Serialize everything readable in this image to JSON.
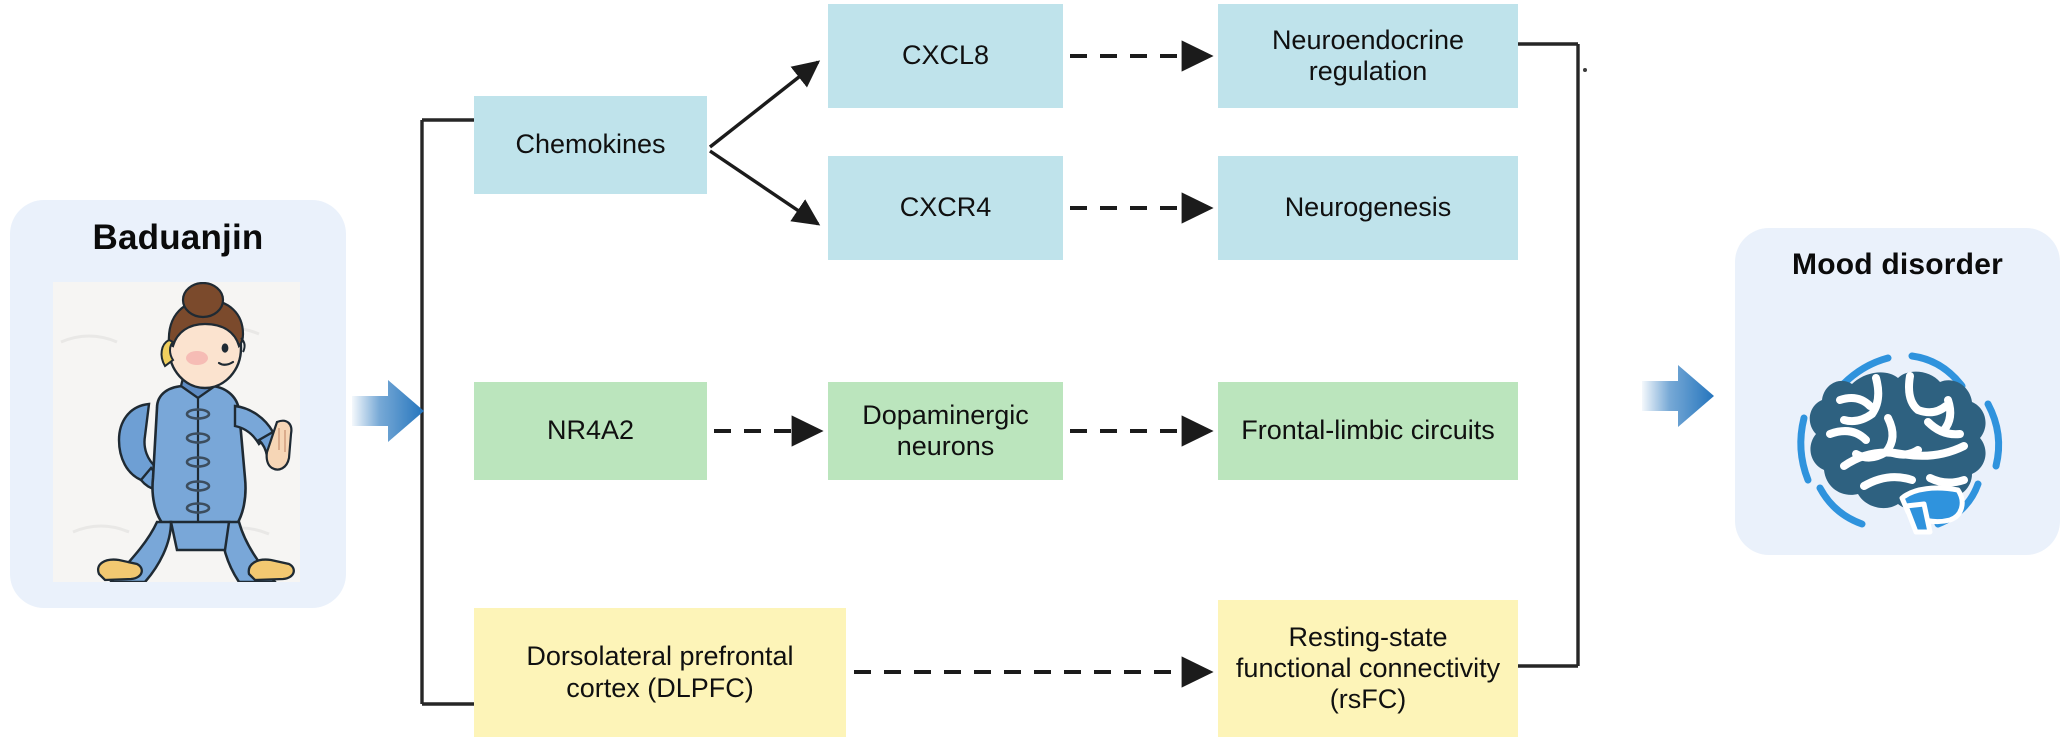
{
  "diagram": {
    "title_left": "Baduanjin",
    "title_right": "Mood disorder",
    "icons": {
      "left": "baduanjin-exercise-figure-icon",
      "right": "brain-icon"
    },
    "colors": {
      "blue_box": "#bfe3eb",
      "green_box": "#bbe5bd",
      "yellow_box": "#fdf4b8",
      "card_background": "#eaf1fb",
      "arrow_blue": "#2575bd",
      "connector_black": "#262626",
      "brain_dark": "#2e6180",
      "brain_light": "#2f93dd"
    },
    "nodes": {
      "chemokines": "Chemokines",
      "cxcl8": "CXCL8",
      "cxcr4": "CXCR4",
      "neuroendocrine": "Neuroendocrine\nregulation",
      "neuroendocrine_line1": "Neuroendocrine",
      "neuroendocrine_line2": "regulation",
      "neurogenesis": "Neurogenesis",
      "nr4a2": "NR4A2",
      "dopaminergic_line1": "Dopaminergic",
      "dopaminergic_line2": "neurons",
      "frontal_limbic": "Frontal-limbic circuits",
      "dlpfc_line1": "Dorsolateral prefrontal",
      "dlpfc_line2": "cortex (DLPFC)",
      "rsfc_line1": "Resting-state",
      "rsfc_line2": "functional connectivity",
      "rsfc_line3": "(rsFC)"
    },
    "edges": [
      {
        "from": "baduanjin",
        "to": "pathway-bracket",
        "style": "thick-blue-arrow"
      },
      {
        "from": "chemokines",
        "to": "cxcl8",
        "style": "solid-arrow"
      },
      {
        "from": "chemokines",
        "to": "cxcr4",
        "style": "solid-arrow"
      },
      {
        "from": "cxcl8",
        "to": "neuroendocrine",
        "style": "dashed-arrow"
      },
      {
        "from": "cxcr4",
        "to": "neurogenesis",
        "style": "dashed-arrow"
      },
      {
        "from": "nr4a2",
        "to": "dopaminergic",
        "style": "dashed-arrow"
      },
      {
        "from": "dopaminergic",
        "to": "frontal-limbic",
        "style": "dashed-arrow"
      },
      {
        "from": "dlpfc",
        "to": "rsfc",
        "style": "dashed-arrow"
      },
      {
        "from": "outcome-bracket",
        "to": "mood-disorder",
        "style": "thick-blue-arrow"
      }
    ]
  }
}
